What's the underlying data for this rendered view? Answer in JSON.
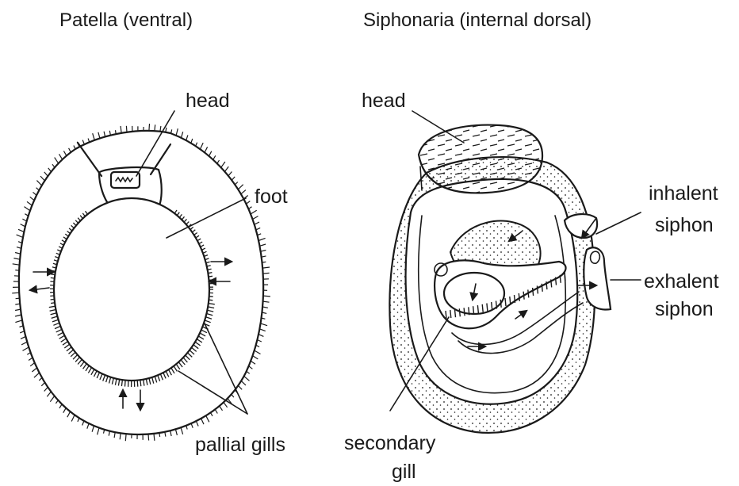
{
  "panels": {
    "patella": {
      "title": "Patella (ventral)",
      "labels": {
        "head": "head",
        "foot": "foot",
        "gills": "pallial gills"
      }
    },
    "siphonaria": {
      "title": "Siphonaria (internal dorsal)",
      "labels": {
        "head": "head",
        "inhalent_1": "inhalent",
        "inhalent_2": "siphon",
        "exhalent_1": "exhalent",
        "exhalent_2": "siphon",
        "secondary_1": "secondary",
        "secondary_2": "gill"
      }
    }
  },
  "colors": {
    "ink": "#1a1a1a",
    "background": "#ffffff"
  }
}
